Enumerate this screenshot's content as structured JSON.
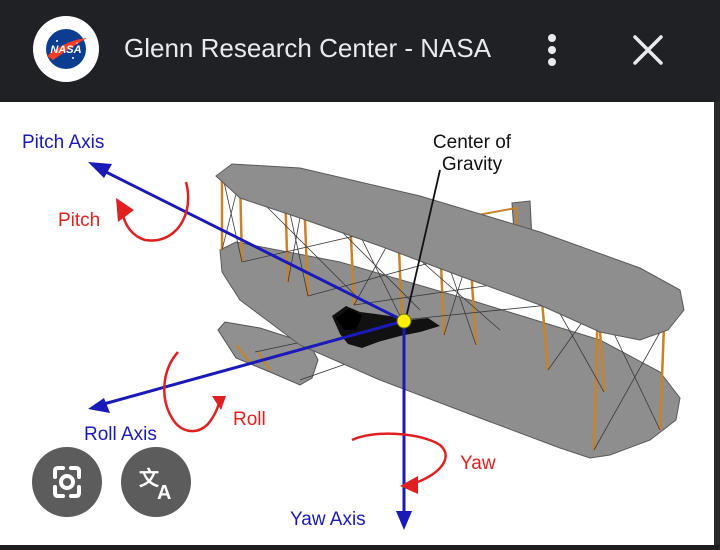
{
  "header": {
    "logo_text": "NASA",
    "title": "Glenn Research Center - NASA",
    "more_icon": "more-vert-icon",
    "close_icon": "close-icon"
  },
  "diagram": {
    "pitch_axis_label": "Pitch Axis",
    "pitch_label": "Pitch",
    "center_line1": "Center of",
    "center_line2": "Gravity",
    "roll_axis_label": "Roll Axis",
    "roll_label": "Roll",
    "yaw_label": "Yaw",
    "yaw_axis_label": "Yaw Axis"
  },
  "actions": {
    "lens_icon": "google-lens-icon",
    "translate_icon": "translate-icon"
  },
  "colors": {
    "axis_blue": "#1a1ab8",
    "rotation_red": "#e02020",
    "wing_gray": "#8e8e8e",
    "strut_orange": "#c8822a",
    "cg_yellow": "#ffee00"
  }
}
